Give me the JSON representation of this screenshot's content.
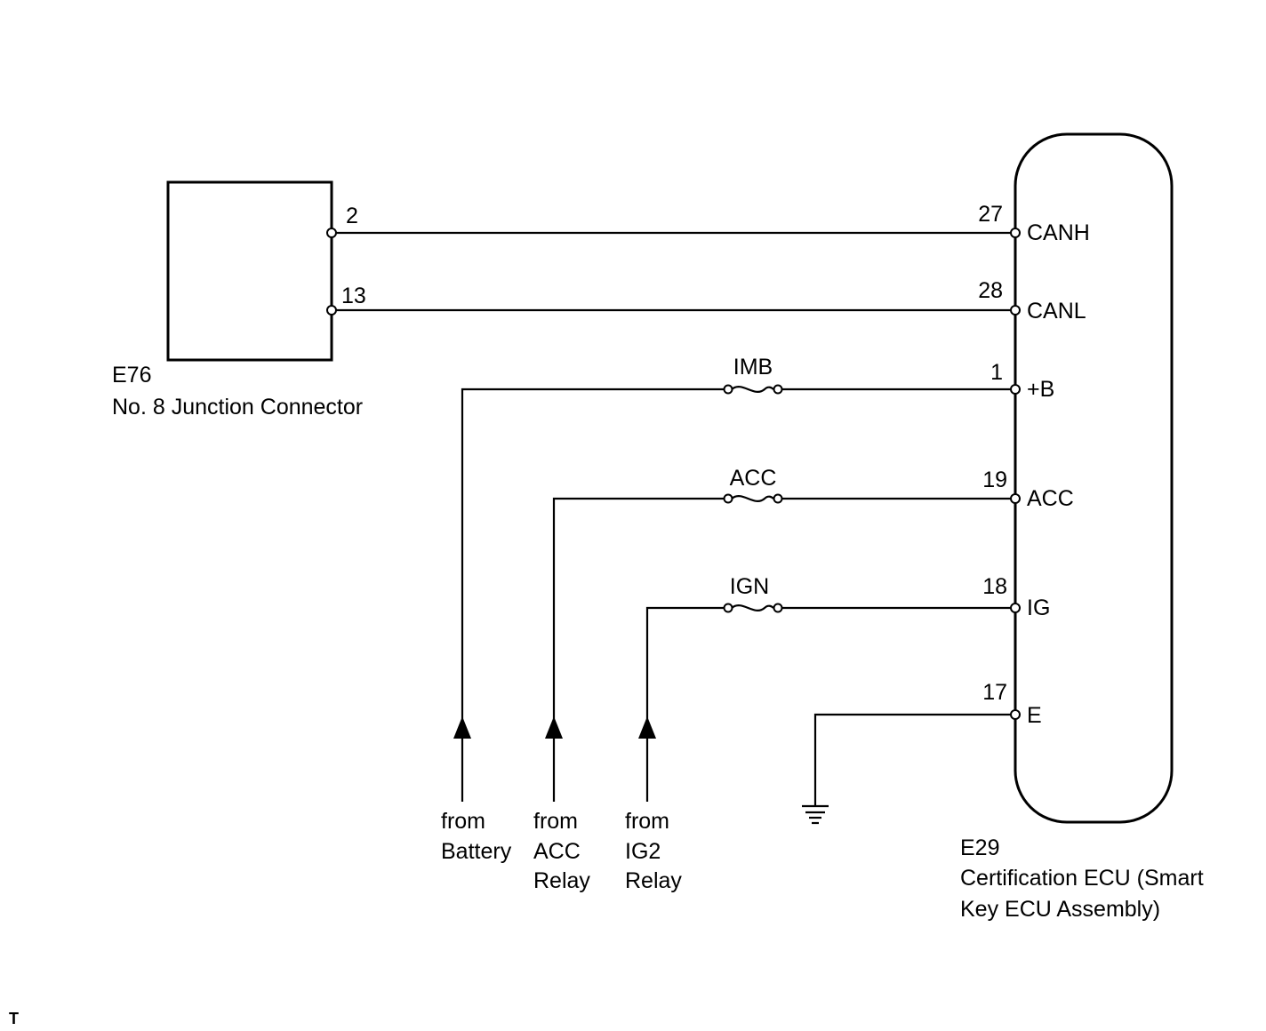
{
  "connectors": {
    "left": {
      "code": "E76",
      "name": "No. 8 Junction Connector"
    },
    "right": {
      "code": "E29",
      "name_line1": "Certification ECU (Smart",
      "name_line2": "Key ECU Assembly)"
    }
  },
  "left_pins": {
    "canh": "2",
    "canl": "13"
  },
  "right_pins": {
    "canh": {
      "num": "27",
      "name": "CANH"
    },
    "canl": {
      "num": "28",
      "name": "CANL"
    },
    "b": {
      "num": "1",
      "name": "+B"
    },
    "acc": {
      "num": "19",
      "name": "ACC"
    },
    "ig": {
      "num": "18",
      "name": "IG"
    },
    "e": {
      "num": "17",
      "name": "E"
    }
  },
  "fuses": {
    "imb": "IMB",
    "acc": "ACC",
    "ign": "IGN"
  },
  "sources": {
    "battery": {
      "l1": "from",
      "l2": "Battery"
    },
    "acc_relay": {
      "l1": "from",
      "l2": "ACC",
      "l3": "Relay"
    },
    "ig2_relay": {
      "l1": "from",
      "l2": "IG2",
      "l3": "Relay"
    }
  },
  "corner_mark": "T"
}
